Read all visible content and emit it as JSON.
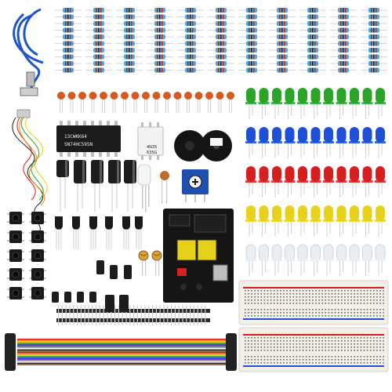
{
  "chip_marking": {
    "line1": "13CWKK64",
    "line2": "SN74HC595N"
  },
  "optocoupler_marking": {
    "line1": "4N35",
    "line2": "635G"
  },
  "colors": {
    "led_rows": [
      "#2aa52a",
      "#1f4fd6",
      "#d61f1f",
      "#e6d21a",
      "#e9eef2"
    ],
    "capacitor": "#1d1d1d",
    "ceramic": "#d65a1f",
    "resistor_body": "#55a6d9",
    "breadboard": "#f1efe8",
    "module_pcb": "#151515",
    "trimmer": "#1e4fb0",
    "jumper_colors": [
      "#d61f1f",
      "#f08a1a",
      "#e6d21a",
      "#2aa52a",
      "#1f4fd6",
      "#7b2fbf",
      "#8a8a8a",
      "#ffffff",
      "#222222",
      "#8b5a2b"
    ]
  },
  "icons": [
    "resistor-icon",
    "ceramic-capacitor-icon",
    "led-icon",
    "electrolytic-capacitor-icon",
    "ic-chip-icon",
    "buzzer-icon",
    "potentiometer-icon",
    "transistor-icon",
    "push-button-icon",
    "usb-cable-icon",
    "breadboard-icon",
    "jumper-wire-icon",
    "header-pins-icon",
    "power-module-icon",
    "photoresistor-icon"
  ]
}
